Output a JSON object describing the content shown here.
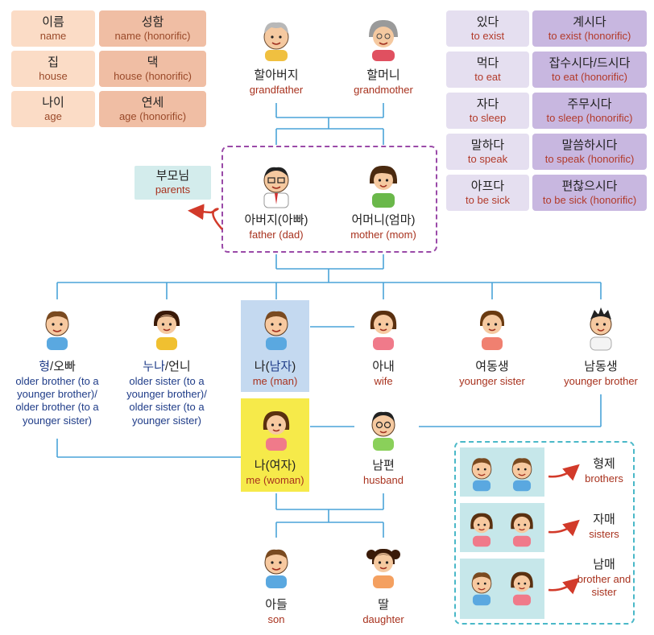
{
  "honorific_nouns": [
    {
      "plain_kr": "이름",
      "plain_en": "name",
      "hon_kr": "성함",
      "hon_en": "name (honorific)"
    },
    {
      "plain_kr": "집",
      "plain_en": "house",
      "hon_kr": "댁",
      "hon_en": "house (honorific)"
    },
    {
      "plain_kr": "나이",
      "plain_en": "age",
      "hon_kr": "연세",
      "hon_en": "age (honorific)"
    }
  ],
  "honorific_verbs": [
    {
      "plain_kr": "있다",
      "plain_en": "to exist",
      "hon_kr": "계시다",
      "hon_en": "to exist (honorific)"
    },
    {
      "plain_kr": "먹다",
      "plain_en": "to eat",
      "hon_kr": "잡수시다/드시다",
      "hon_en": "to eat (honorific)"
    },
    {
      "plain_kr": "자다",
      "plain_en": "to sleep",
      "hon_kr": "주무시다",
      "hon_en": "to sleep (honorific)"
    },
    {
      "plain_kr": "말하다",
      "plain_en": "to speak",
      "hon_kr": "말씀하시다",
      "hon_en": "to speak (honorific)"
    },
    {
      "plain_kr": "아프다",
      "plain_en": "to be sick",
      "hon_kr": "편찮으시다",
      "hon_en": "to be sick (honorific)"
    }
  ],
  "family": {
    "grandfather": {
      "kr": "할아버지",
      "en": "grandfather"
    },
    "grandmother": {
      "kr": "할머니",
      "en": "grandmother"
    },
    "parents": {
      "kr": "부모님",
      "en": "parents"
    },
    "father": {
      "kr": "아버지(아빠)",
      "en": "father (dad)"
    },
    "mother": {
      "kr": "어머니(엄마)",
      "en": "mother (mom)"
    },
    "older_brother": {
      "kr_a": "형",
      "kr_sep": "/",
      "kr_b": "오빠",
      "en": "older brother (to a younger brother)/ older brother (to a younger sister)"
    },
    "older_sister": {
      "kr_a": "누나",
      "kr_sep": "/",
      "kr_b": "언니",
      "en": "older sister (to a younger brother)/ older sister (to a younger sister)"
    },
    "me_man": {
      "kr_a": "나(",
      "kr_b": "남자",
      "kr_c": ")",
      "en": "me (man)"
    },
    "wife": {
      "kr": "아내",
      "en": "wife"
    },
    "younger_sister": {
      "kr": "여동생",
      "en": "younger sister"
    },
    "younger_brother": {
      "kr": "남동생",
      "en": "younger brother"
    },
    "me_woman": {
      "kr": "나(여자)",
      "en": "me (woman)"
    },
    "husband": {
      "kr": "남편",
      "en": "husband"
    },
    "son": {
      "kr": "아들",
      "en": "son"
    },
    "daughter": {
      "kr": "딸",
      "en": "daughter"
    }
  },
  "siblings": [
    {
      "kr": "형제",
      "en": "brothers"
    },
    {
      "kr": "자매",
      "en": "sisters"
    },
    {
      "kr": "남매",
      "en": "brother and sister"
    }
  ],
  "colors": {
    "line": "#4aa3d8",
    "highlight_man": "#c4d9f0",
    "highlight_woman": "#f6ea4a",
    "arrow": "#d23a2a",
    "dashed_purple": "#9a4aa8",
    "dashed_teal": "#4ab8c8"
  }
}
